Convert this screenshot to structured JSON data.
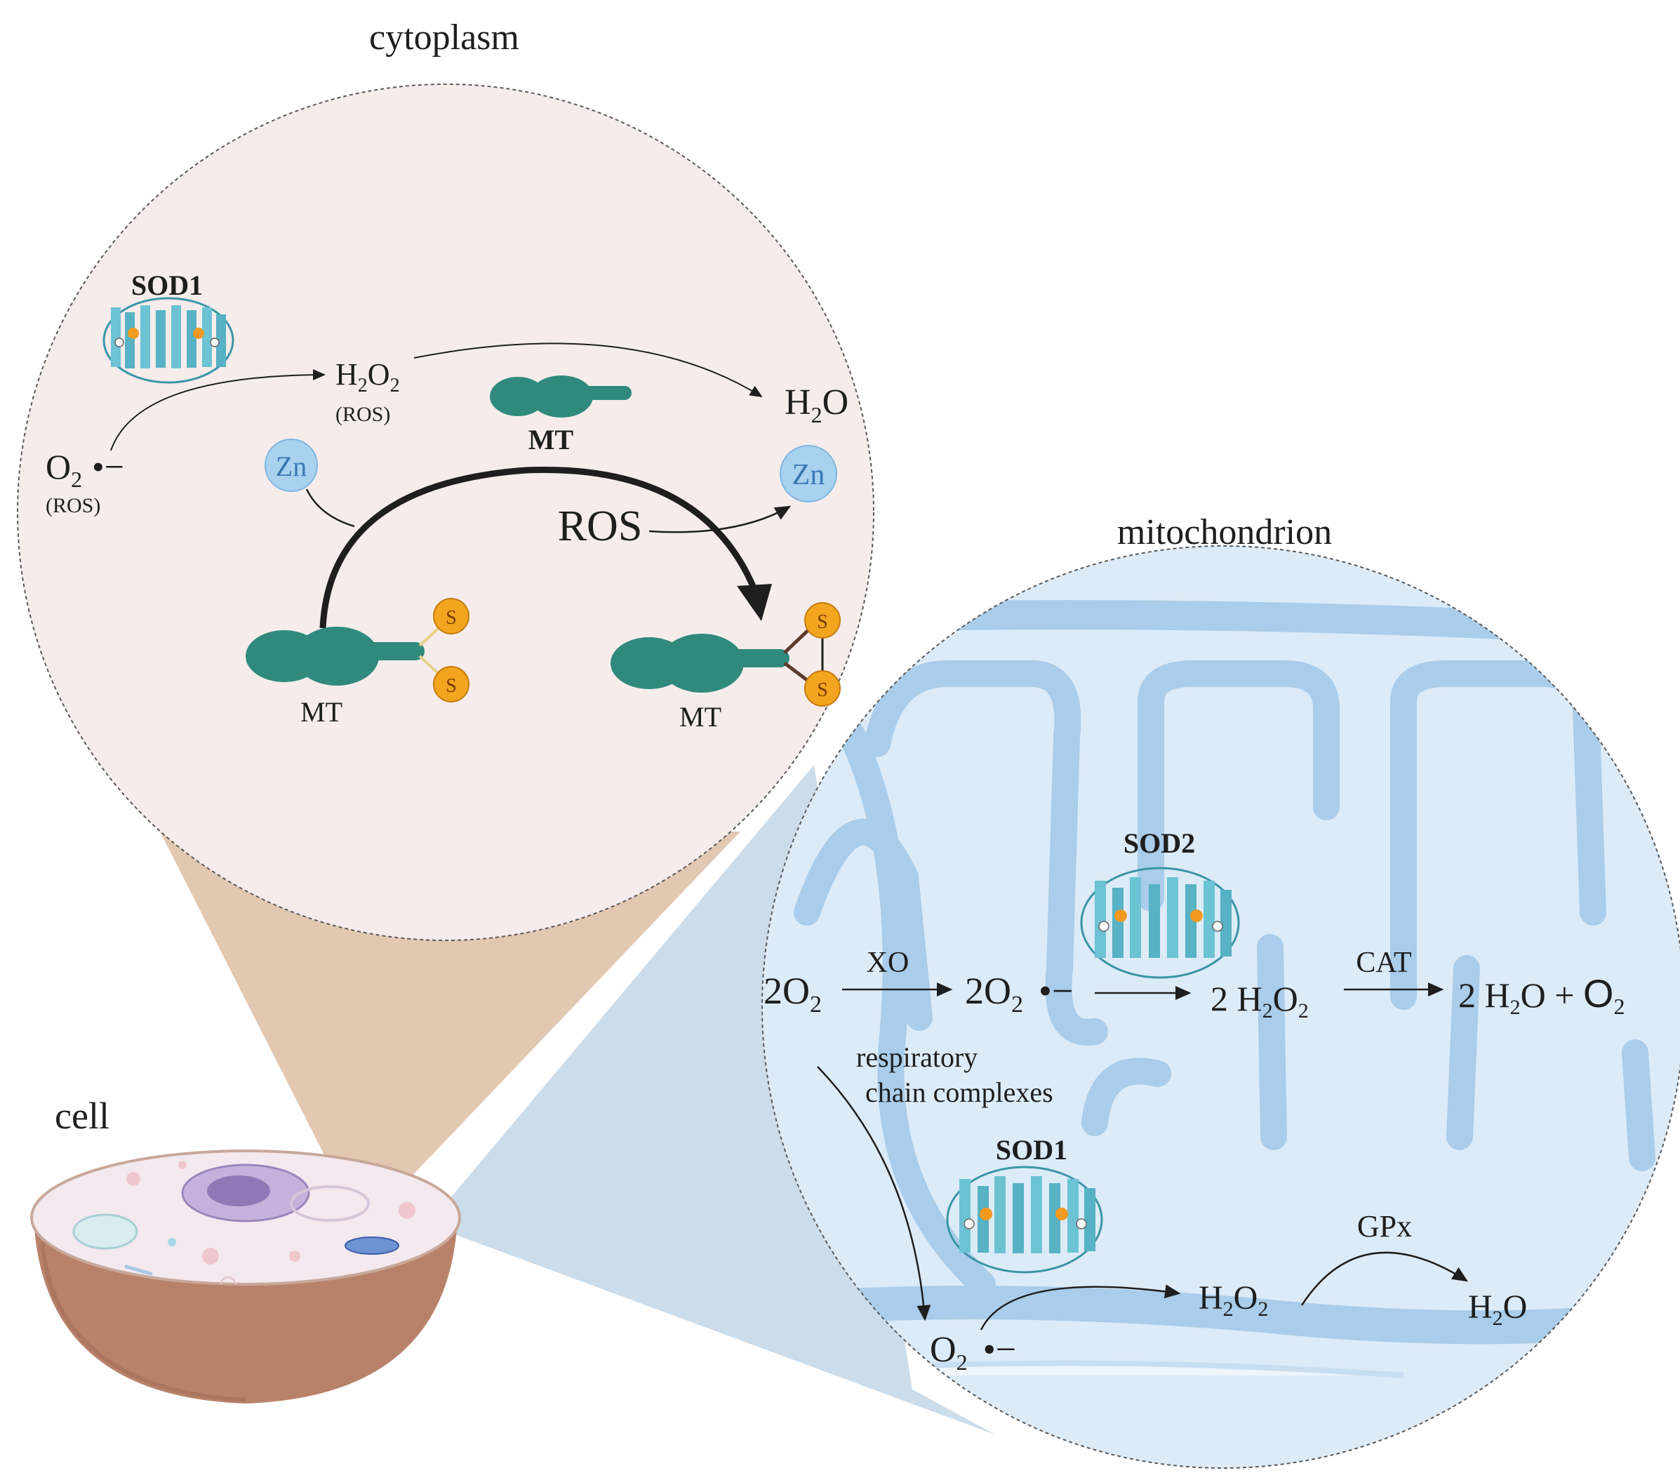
{
  "labels": {
    "cytoplasm": "cytoplasm",
    "mitochondrion": "mitochondrion",
    "cell": "cell"
  },
  "cytoplasm_panel": {
    "sod1": "SOD1",
    "o2_base": "O",
    "o2_sub": "2",
    "radical": "•−",
    "ros_paren": "(ROS)",
    "h2o2_h": "H",
    "h2o2_2a": "2",
    "h2o2_o": "O",
    "h2o2_2b": "2",
    "h2o2_ros": "(ROS)",
    "h2o_h": "H",
    "h2o_2": "2",
    "h2o_o": "O",
    "mt_top": "MT",
    "zn_left": "Zn",
    "zn_right": "Zn",
    "ros_big": "ROS",
    "mt_left": "MT",
    "mt_right": "MT",
    "s": "S"
  },
  "mito_panel": {
    "sod2": "SOD2",
    "left_2o2": "2O",
    "left_2o2_sub": "2",
    "xo": "XO",
    "mid_2o2": "2O",
    "mid_2o2_sub": "2",
    "radical": "•−",
    "h2o2_2": "2 H",
    "h2o2_sub1": "2",
    "h2o2_O": "O",
    "h2o2_sub2": "2",
    "cat": "CAT",
    "prod_2h": "2 H",
    "prod_sub": "2",
    "prod_o_plus": "O + ",
    "prod_O": "O",
    "prod_O_sub": "2",
    "resp1": "respiratory",
    "resp2": "chain complexes",
    "sod1": "SOD1",
    "o2_base": "O",
    "o2_sub": "2",
    "o2_radical": "•−",
    "h2o2_H": "H",
    "h2o2_a": "2",
    "h2o2_O2": "O",
    "h2o2_b": "2",
    "gpx": "GPx",
    "h2o_H": "H",
    "h2o_2": "2",
    "h2o_O": "O"
  },
  "colors": {
    "mt_teal": "#2f8a7d",
    "sulfur_orange": "#f2a51f",
    "zinc_blue": "#a9d2ef",
    "cytoplasm_bg": "#f6ecec",
    "mito_bg": "#dcebf8",
    "cone_tan": "#d9b597",
    "cone_blue": "#bed3e6",
    "cell_brown": "#b8826a"
  }
}
